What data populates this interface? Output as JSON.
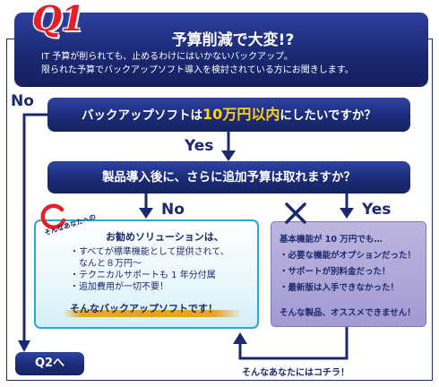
{
  "header": {
    "badge": "Q1",
    "title": "予算削減で大変!?",
    "desc_line1": "IT 予算が削られても、止めるわけにはいかないバックアップ。",
    "desc_line2": "限られた予算でバックアップソフト導入を検討されている方にお聞きします。"
  },
  "question1": {
    "text_before": "バックアップソフトは",
    "highlight": "10万円以内",
    "text_after": "にしたいですか？",
    "no_label": "No",
    "yes_label": "Yes"
  },
  "question2": {
    "text": "製品導入後に、さらに追加予算は取れますか？",
    "no_label": "No",
    "yes_label": "Yes"
  },
  "recommend": {
    "small_text": "そんなあなたへの",
    "title": "お勧めソリューションは、",
    "items": [
      "すべてが標準機能として提供されて、",
      "なんと８万円〜",
      "テクニカルサポートも 1 年分付属",
      "追加費用が一切不要！"
    ],
    "tagline": "そんなバックアップソフトです！",
    "mark_color": "#e61e2a"
  },
  "not_recommend": {
    "title": "基本機能が 10 万円でも…",
    "items": [
      "必要な機能がオプションだった！",
      "サポートが別料金だった！",
      "最新版は入手できなかった！"
    ],
    "tagline": "そんな製品、オススメできません！",
    "mark_color": "#1b2a6e"
  },
  "q2_button": "Q2へ",
  "footer_label": "そんなあなたにはコチラ！",
  "colors": {
    "navy": "#1b2a6e",
    "highlight": "#ffd21a",
    "recommend_border": "#2aa8cf",
    "not_recommend_bg": "#a39ad2",
    "brush": "#e8a21a"
  }
}
